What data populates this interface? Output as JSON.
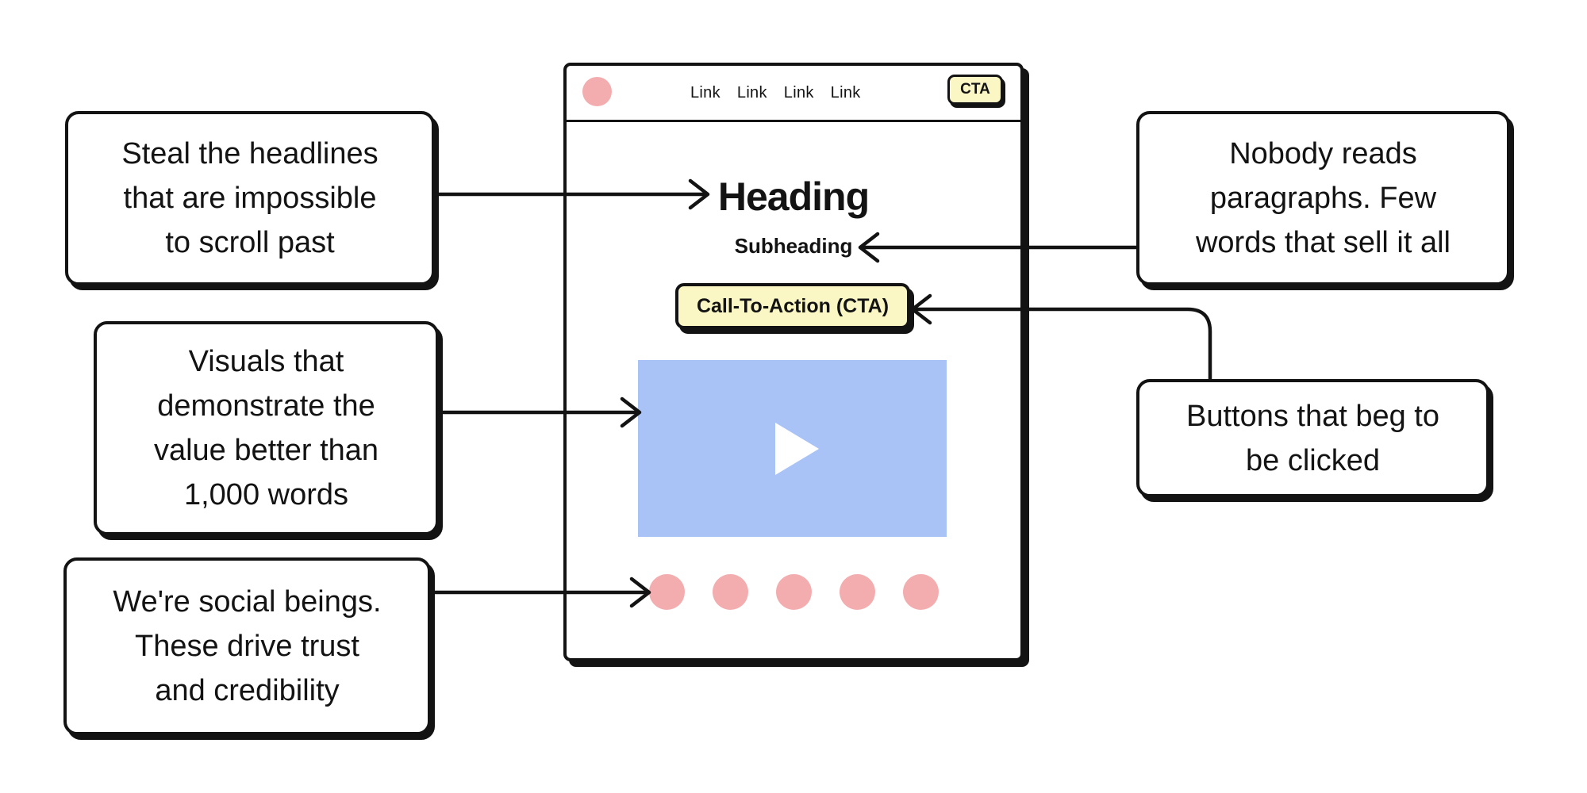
{
  "colors": {
    "ink": "#131313",
    "pink": "#F3ADAF",
    "yellow": "#FAF7C5",
    "blue": "#A9C3F6",
    "background": "#FFFFFF"
  },
  "wireframe": {
    "nav": {
      "links": [
        "Link",
        "Link",
        "Link",
        "Link"
      ],
      "cta_label": "CTA",
      "logo_icon": "logo-circle-icon"
    },
    "hero": {
      "heading": "Heading",
      "subheading": "Subheading",
      "cta_label": "Call-To-Action (CTA)"
    },
    "video": {
      "icon": "play-icon"
    },
    "social_proof": {
      "count": 5
    }
  },
  "annotations": {
    "headline": "Steal the headlines\nthat are impossible\nto scroll past",
    "subheading": "Nobody reads\nparagraphs. Few\nwords that sell it all",
    "cta": "Buttons that beg to\nbe clicked",
    "visuals": "Visuals that\ndemonstrate the\nvalue better than\n1,000 words",
    "social": "We're social beings.\nThese drive trust\nand credibility"
  }
}
